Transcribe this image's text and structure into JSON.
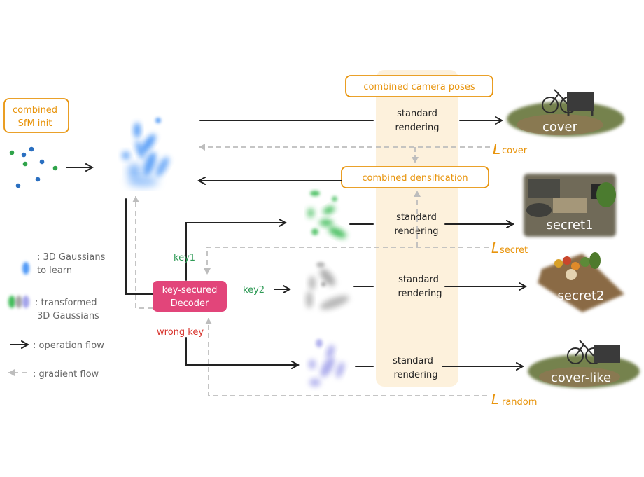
{
  "labels": {
    "combined_sfm_init_line1": "combined",
    "combined_sfm_init_line2": "SfM init",
    "combined_camera_poses": "combined camera poses",
    "combined_densification": "combined densification",
    "standard": "standard",
    "rendering": "rendering",
    "decoder_line1": "key-secured",
    "decoder_line2": "Decoder",
    "key1": "key1",
    "key2": "key2",
    "wrong_key": "wrong key",
    "cover": "cover",
    "secret1": "secret1",
    "secret2": "secret2",
    "cover_like": "cover-like",
    "loss_symbol": "L",
    "loss_cover_sub": "cover",
    "loss_secret_sub": "secret",
    "loss_random_sub": "random"
  },
  "legend": {
    "gaussians_learn_line1": ": 3D Gaussians",
    "gaussians_learn_line2": "to learn",
    "transformed_line1": ": transformed",
    "transformed_line2": "3D Gaussians",
    "operation_flow": ": operation flow",
    "gradient_flow": ": gradient flow"
  },
  "colors": {
    "orange": "#e8940c",
    "decoder_pink": "#e2457a",
    "key_green": "#2e9a55",
    "wrong_red": "#d8352e",
    "gauss_blue": "#3c8ef5",
    "gauss_green": "#2fb64a",
    "gauss_gray": "#9b9b9b",
    "gauss_lavender": "#9a9ae8",
    "flow_dark": "#222222",
    "grad_gray": "#bdbdbd",
    "column_fill": "#fdf1dc"
  }
}
